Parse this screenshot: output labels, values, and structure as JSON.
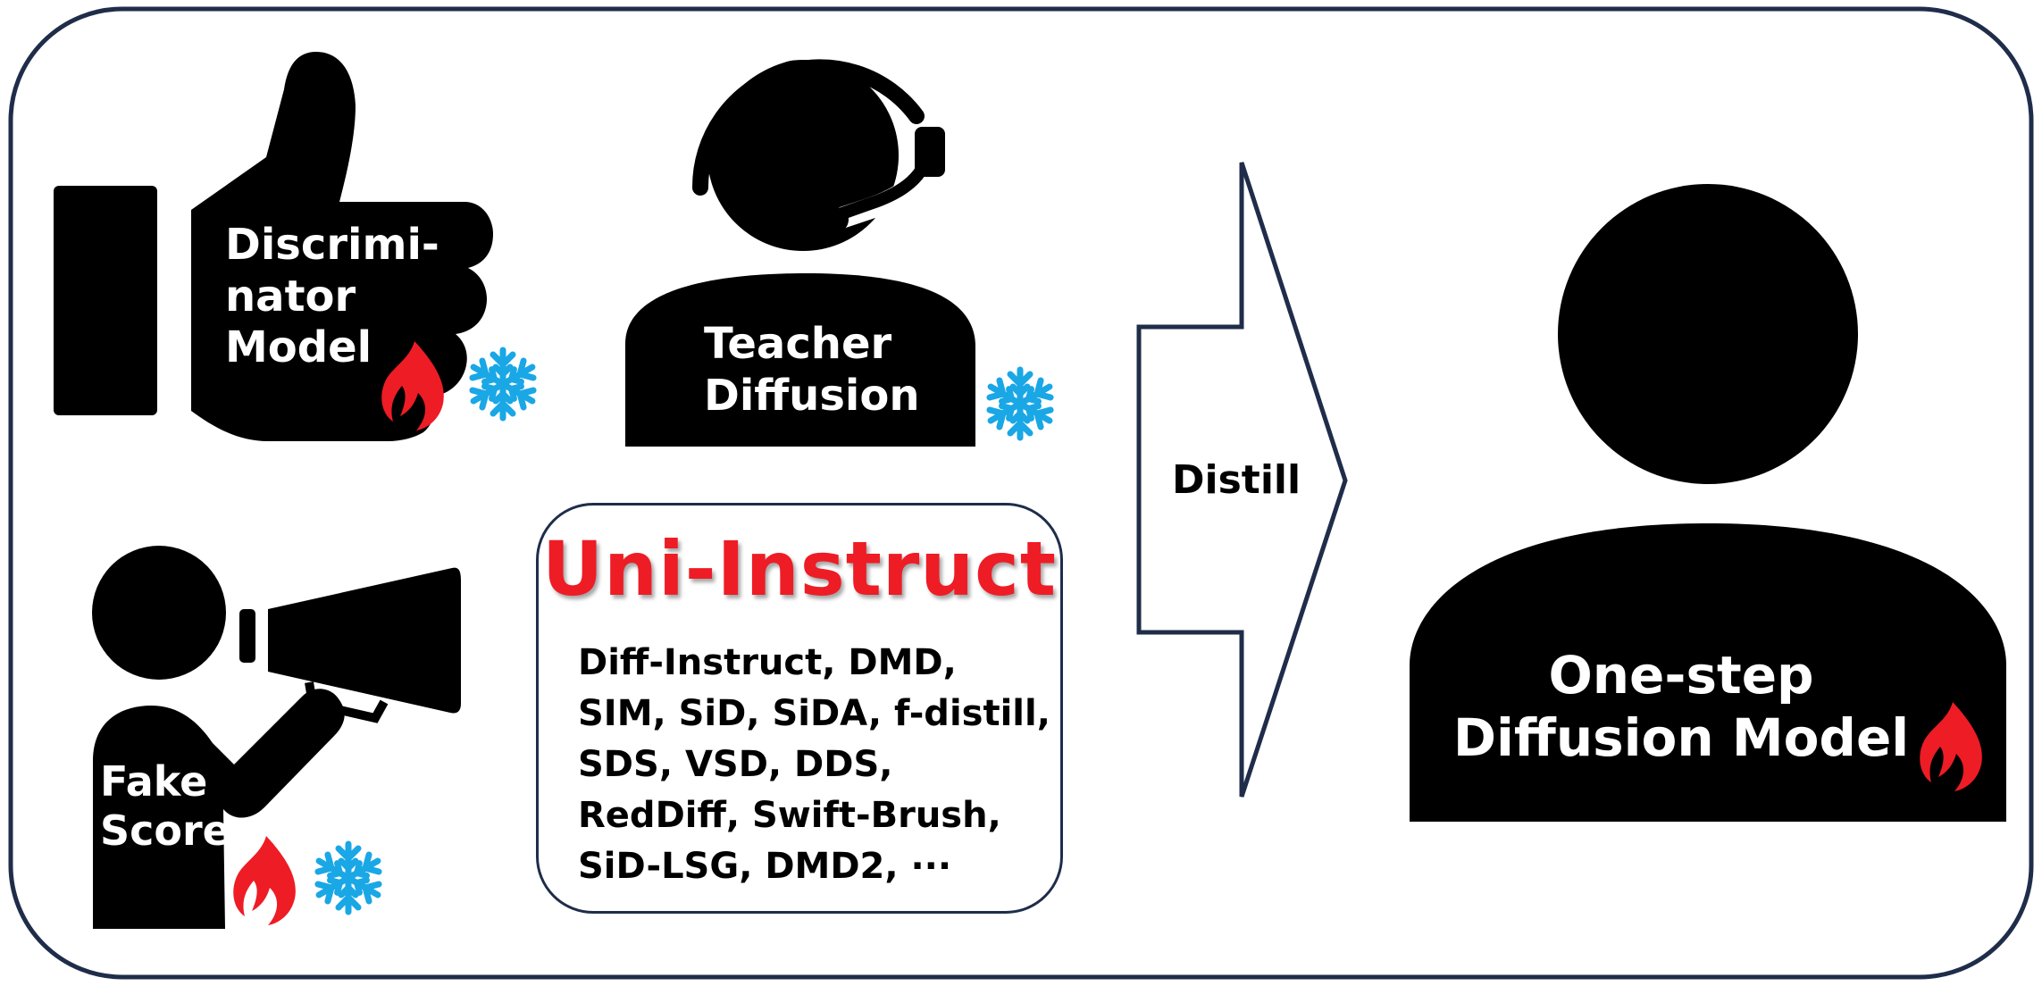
{
  "discriminator": {
    "line1": "Discrimi-",
    "line2": "nator",
    "line3": "Model"
  },
  "teacher": {
    "line1": "Teacher",
    "line2": "Diffusion"
  },
  "fake_score": {
    "line1": "Fake",
    "line2": "Score"
  },
  "distill": {
    "label": "Distill"
  },
  "one_step": {
    "line1": "One-step",
    "line2": "Diffusion Model"
  },
  "uni_instruct": {
    "title": "Uni-Instruct",
    "methods": [
      "Diff-Instruct, DMD,",
      "SIM, SiD, SiDA, f-distill,",
      "SDS, VSD, DDS,",
      "RedDiff, Swift-Brush,",
      "SiD-LSG, DMD2, ···"
    ]
  },
  "icons": [
    "thumbs-up-icon",
    "headset-person-icon",
    "megaphone-person-icon",
    "person-icon",
    "fire-icon",
    "snowflake-icon",
    "arrow-icon"
  ],
  "colors": {
    "frame": "#1f2d4a",
    "title": "#ee1c25",
    "fire": "#ee1c25",
    "snowflake": "#1aa7e6",
    "icon": "#000000"
  }
}
